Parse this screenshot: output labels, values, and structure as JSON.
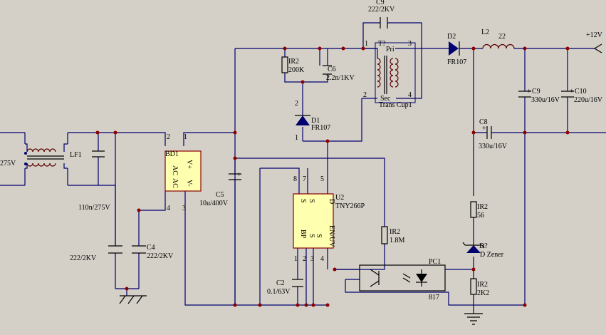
{
  "labels": {
    "c9_top_ref": "C9",
    "c9_top_val": "222/2KV",
    "d2_ref": "D2",
    "d2_val": "FR107",
    "l2_ref": "L2",
    "l2_val": "22",
    "out_label": "+12V",
    "pin1_top": "1",
    "pin3_top": "3",
    "t2_ref": "T?",
    "t2_pri": "Pri",
    "t2_sec": "Sec",
    "t2_name": "Trans Cup1",
    "pin2_t": "2",
    "pin4_t": "4",
    "r_top_ref": "IR2",
    "r_top_val": "200K",
    "c6_ref": "C6",
    "c6_val": "2.2n/1KV",
    "d1_pin2": "2",
    "d1_pin1": "1",
    "d1_ref": "D1",
    "d1_val": "FR107",
    "lf1": "LF1",
    "v_in": "275V",
    "bd1_ref": "BD1",
    "bd1_ac_top": "AC",
    "bd1_ac_bot": "AC",
    "bd1_vplus": "V+",
    "bd1_vminus": "V-",
    "bd1_pin2": "2",
    "bd1_pin1": "1",
    "bd1_pin4": "4",
    "bd1_pin3": "3",
    "c5_ref": "C5",
    "c5_val": "10u/400V",
    "cx_val": "110n/275V",
    "cy1_val": "222/2KV",
    "c4_ref": "C4",
    "c4_val": "222/2KV",
    "c9b_ref": "C9",
    "c9b_val": "330u/16V",
    "c10_ref": "C10",
    "c10_val": "220u/16V",
    "c8_ref": "C8",
    "c8_val": "330u/16V",
    "u2_ref": "U2",
    "u2_val": "TNY266P",
    "u2_s1": "S",
    "u2_s2": "S",
    "u2_d": "D",
    "u2_bp": "BP",
    "u2_s3": "S",
    "u2_s4": "S",
    "u2_en": "EN/UV",
    "u2_p8": "8",
    "u2_p7": "7",
    "u2_p5": "5",
    "u2_p1": "1",
    "u2_p2": "2",
    "u2_p3": "3",
    "u2_p4": "4",
    "r_mid_ref": "IR2",
    "r_mid_val": "1.8M",
    "c2_ref": "C2",
    "c2_val": "0.1/63V",
    "pc1_ref": "PC1",
    "pc1_val": "817",
    "r56_ref": "IR2",
    "r56_val": "56",
    "dz_ref": "D?",
    "dz_val": "D Zener",
    "r2k2_ref": "IR2",
    "r2k2_val": "2K2",
    "plus1": "+",
    "plus2": "+",
    "plus3": "+",
    "plus4": "+"
  }
}
